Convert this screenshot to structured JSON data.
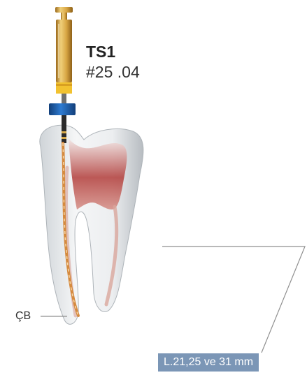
{
  "product": {
    "name": "TS1",
    "spec": "#25 .04"
  },
  "labels": {
    "cb": "ÇB",
    "length": "L.21,25 ve 31 mm"
  },
  "colors": {
    "handle_gold": "#d6a94a",
    "ring_yellow": "#f2c230",
    "stopper_blue": "#1f5fa8",
    "badge_bg": "#7b96b6",
    "line_gray": "#8f8f8f"
  },
  "icons": {
    "instrument": "endodontic-file",
    "tooth": "molar-tooth-cross-section"
  }
}
